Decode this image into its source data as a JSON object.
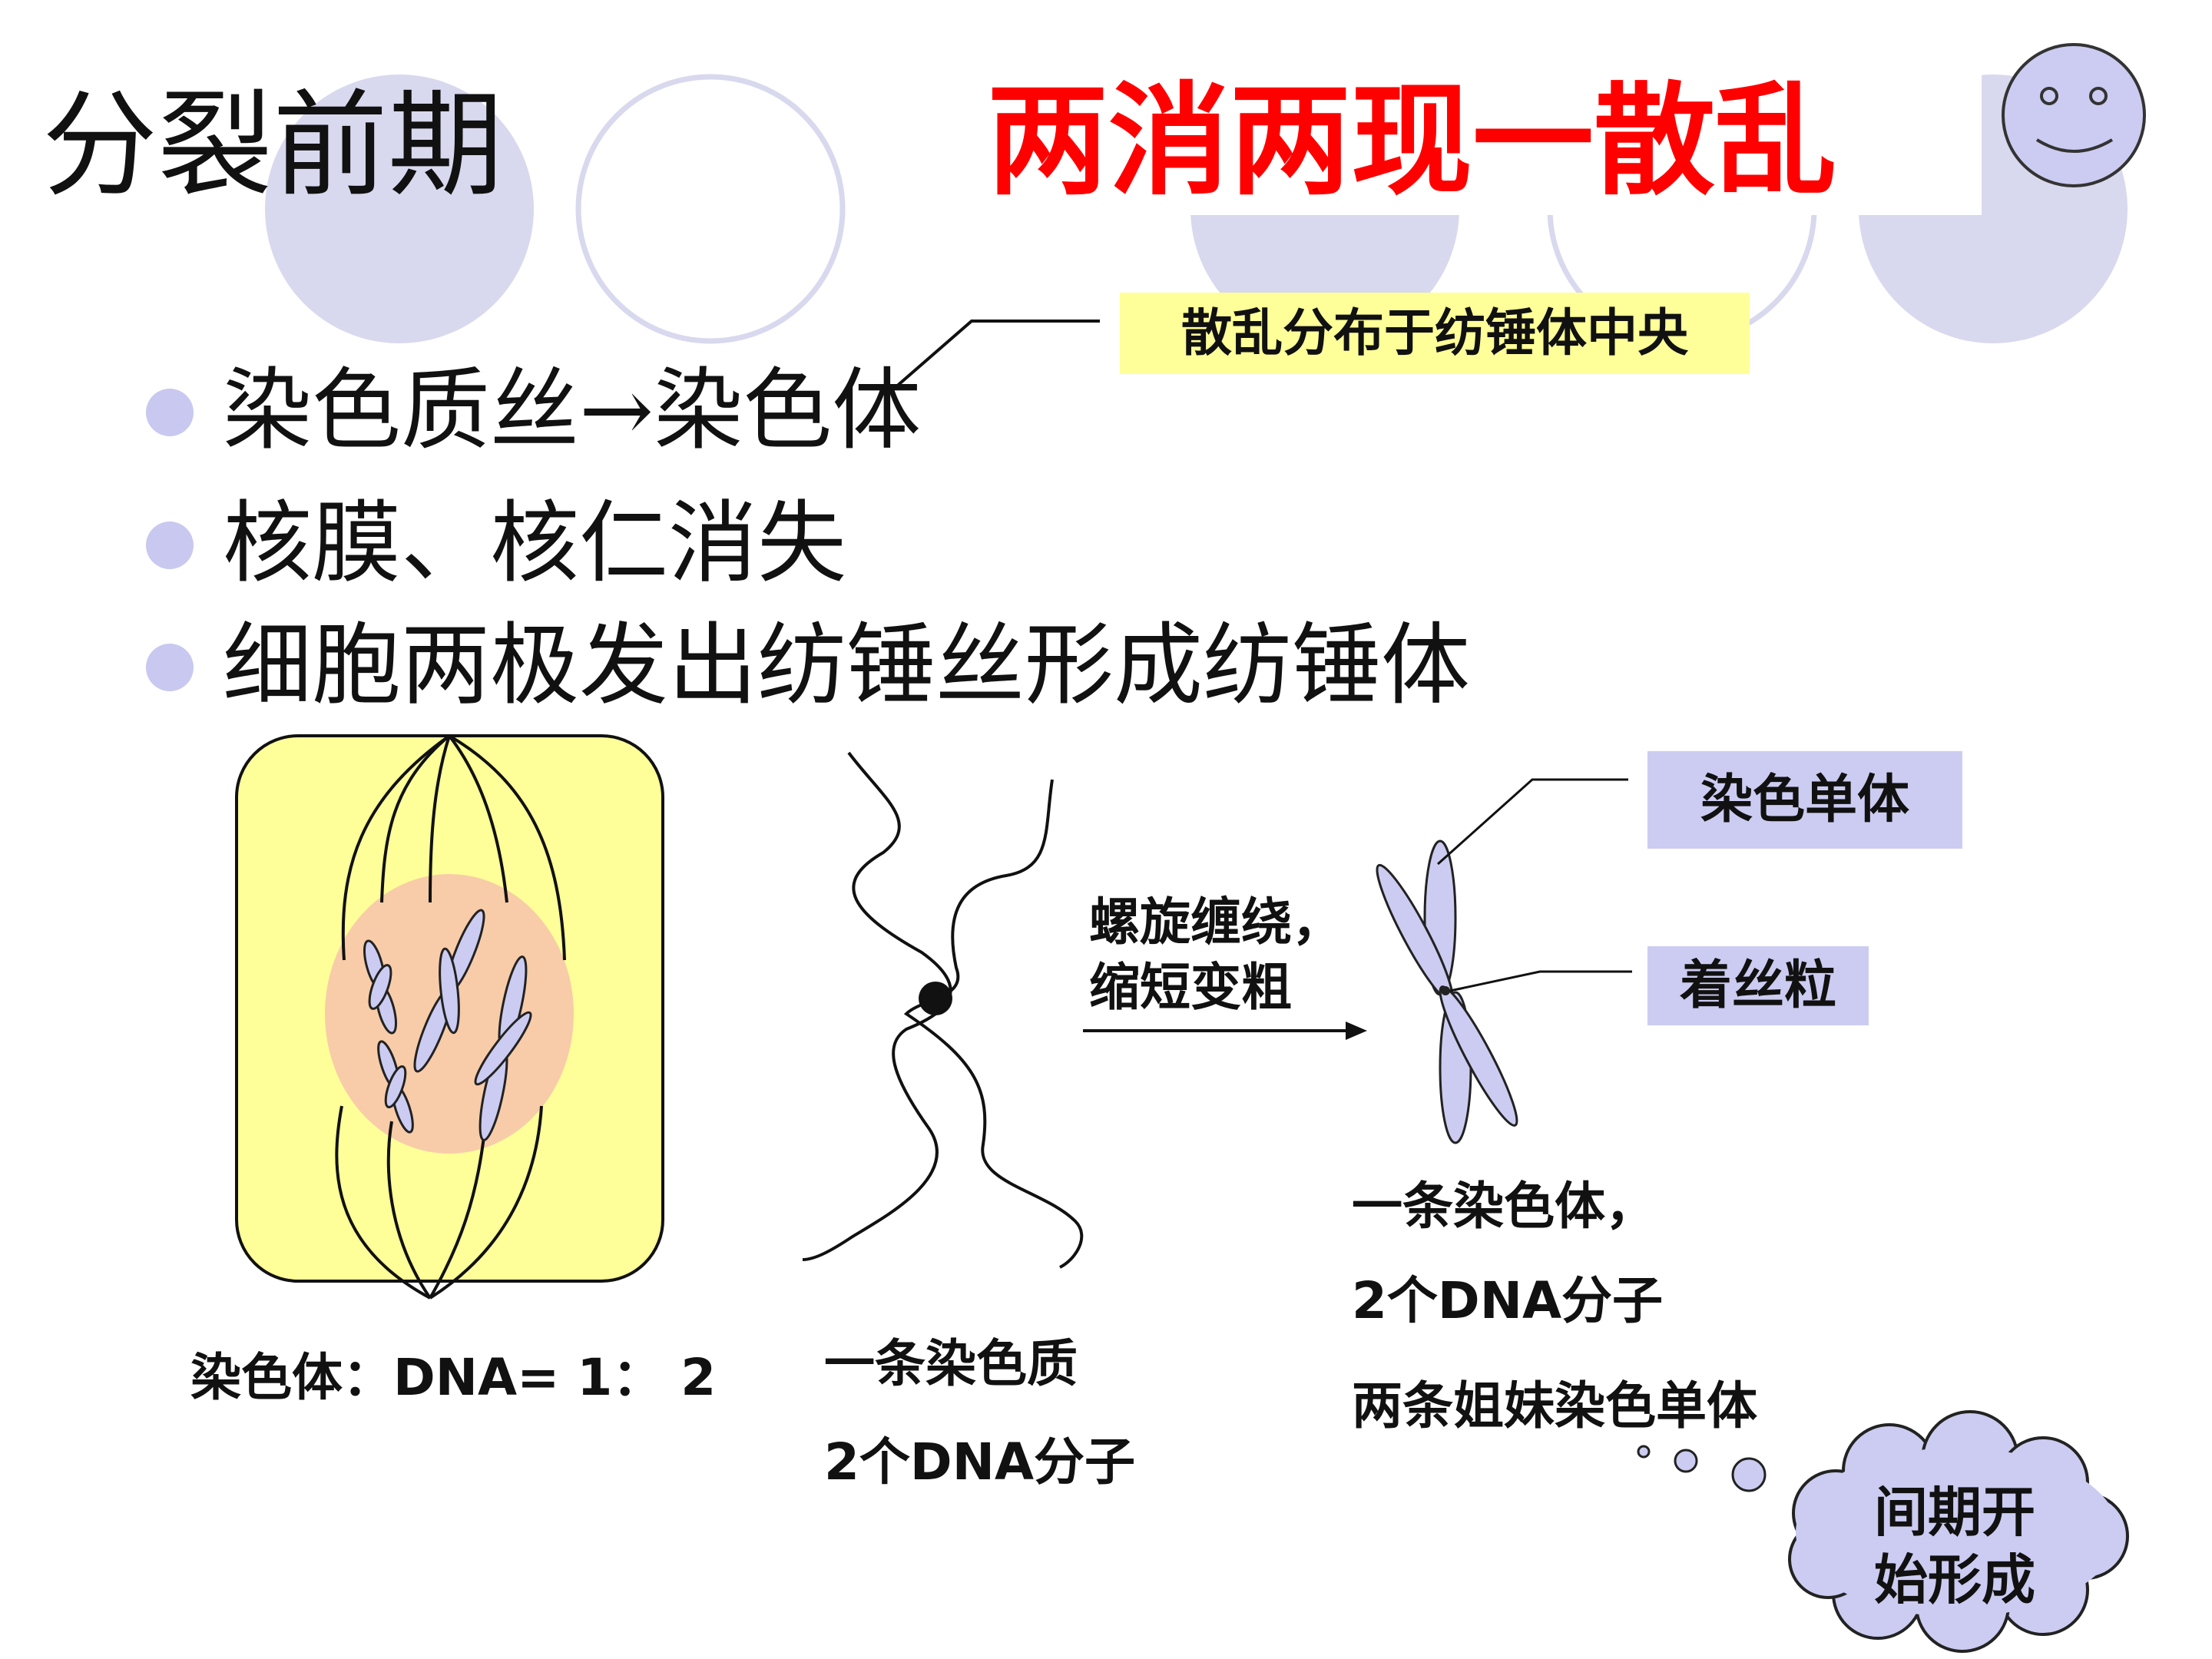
{
  "slide": {
    "title": "分裂前期",
    "headline": "两消两现一散乱",
    "callout": "散乱分布于纺锤体中央",
    "bullets": [
      "染色质丝→染色体",
      "核膜、核仁消失",
      "细胞两极发出纺锤丝形成纺锤体"
    ]
  },
  "figure": {
    "ratio_label": "染色体：DNA= 1： 2",
    "chromatin_line1": "一条染色质",
    "chromatin_line2": "2个DNA分子",
    "arrow_line1": "螺旋缠绕，",
    "arrow_line2": "缩短变粗",
    "label_chromatid": "染色单体",
    "label_centromere": "着丝粒",
    "chromosome_line1": "一条染色体，",
    "chromosome_line2": "2个DNA分子",
    "chromosome_line3": "两条姐妹染色单体",
    "cloud_line1": "间期开",
    "cloud_line2": "始形成"
  },
  "colors": {
    "headline": "#ff0000",
    "callout_bg": "#ffff99",
    "cell_fill": "#ffff99",
    "nucleus_fill": "#f8cca8",
    "chromosome_fill": "#ccccf2",
    "label_box_bg": "#ccccf2",
    "deco_circle": "#d8d8ee"
  }
}
